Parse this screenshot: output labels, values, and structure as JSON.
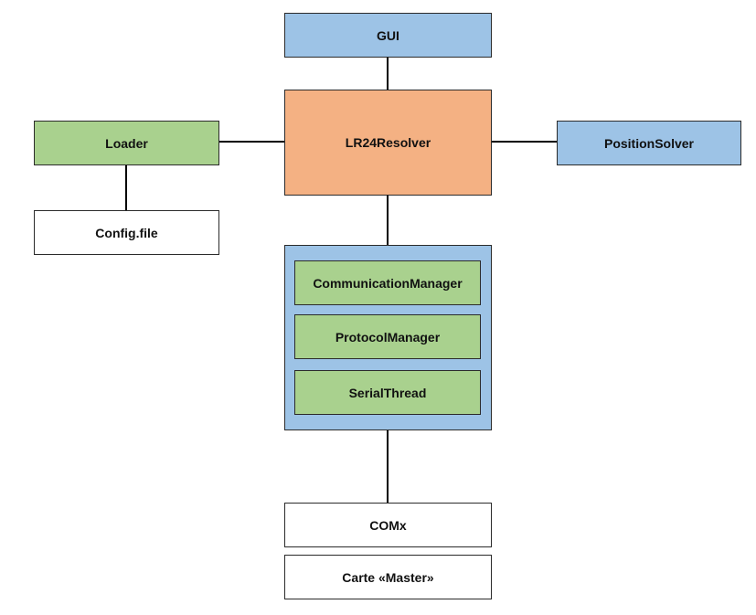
{
  "diagram": {
    "colors": {
      "blue": "#9dc3e6",
      "orange": "#f4b183",
      "green": "#a9d18e",
      "white": "#ffffff",
      "border": "#2b2b2b",
      "connector": "#000000"
    },
    "nodes": {
      "gui": "GUI",
      "resolver": "LR24Resolver",
      "loader": "Loader",
      "config": "Config.file",
      "position_solver": "PositionSolver",
      "communication_manager": "CommunicationManager",
      "protocol_manager": "ProtocolManager",
      "serial_thread": "SerialThread",
      "comx": "COMx",
      "carte_master": "Carte «Master»"
    },
    "connections": [
      [
        "GUI",
        "LR24Resolver"
      ],
      [
        "Loader",
        "LR24Resolver"
      ],
      [
        "LR24Resolver",
        "PositionSolver"
      ],
      [
        "Loader",
        "Config.file"
      ],
      [
        "LR24Resolver",
        "communication-group"
      ],
      [
        "communication-group",
        "COMx"
      ]
    ]
  }
}
